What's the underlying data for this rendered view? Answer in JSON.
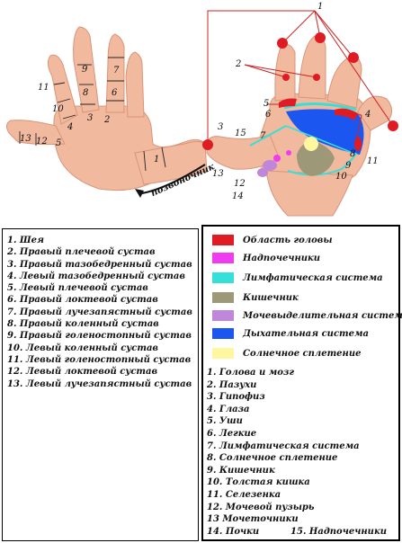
{
  "colors": {
    "head": "#e01b24",
    "adrenals": "#f03cf0",
    "lymph": "#35e0d8",
    "intestine": "#9c9878",
    "urinary": "#bf86d9",
    "respiratory": "#1c56f0",
    "solar": "#fff6a0",
    "skin": "#f1b99d",
    "skin_dark": "#d9957a",
    "line": "#cc2222"
  },
  "labels": {
    "spine": "позвоночник",
    "back_hand": [
      "1",
      "2",
      "3",
      "4",
      "5",
      "6",
      "7",
      "8",
      "9",
      "10",
      "11",
      "12",
      "13"
    ],
    "palm_hand": [
      "1",
      "2",
      "3",
      "4",
      "5",
      "6",
      "7",
      "8",
      "9",
      "10",
      "11",
      "12",
      "13",
      "14",
      "15"
    ]
  },
  "left_legend": [
    "1. Шея",
    "2. Правый плечевой сустав",
    "3. Правый тазобедренный сустав",
    "4. Левый тазобедренный сустав",
    "5. Левый плечевой сустав",
    "6. Правый локтевой сустав",
    "7. Правый лучезапястный сустав",
    "8. Правый коленный сустав",
    "9. Правый голеностопный сустав",
    "10. Левый коленный сустав",
    "11. Левый голеностопный сустав",
    "12. Левый локтевой сустав",
    "13. Левый лучезапястный сустав"
  ],
  "color_legend": [
    {
      "label": "Область головы",
      "color": "#e01b24"
    },
    {
      "label": "Надпочечники",
      "color": "#f03cf0"
    },
    {
      "label": "Лимфатическая система",
      "color": "#35e0d8"
    },
    {
      "label": "Кишечник",
      "color": "#9c9878"
    },
    {
      "label": "Мочевыделительная система",
      "color": "#bf86d9"
    },
    {
      "label": "Дыхательная система",
      "color": "#1c56f0"
    },
    {
      "label": "Солнечное сплетение",
      "color": "#fff6a0"
    }
  ],
  "right_legend": [
    "1. Голова и мозг",
    "2. Пазухи",
    "3. Гипофиз",
    "4. Глаза",
    "5. Уши",
    "6. Легкие",
    "7. Лимфатическая система",
    "8. Солнечное сплетение",
    "9. Кишечник",
    "10. Толстая кишка",
    "11. Селезенка",
    "12. Мочевой пузырь",
    "13 Мочеточники"
  ],
  "right_legend_last": [
    "14. Почки",
    "15. Надпочечники"
  ]
}
